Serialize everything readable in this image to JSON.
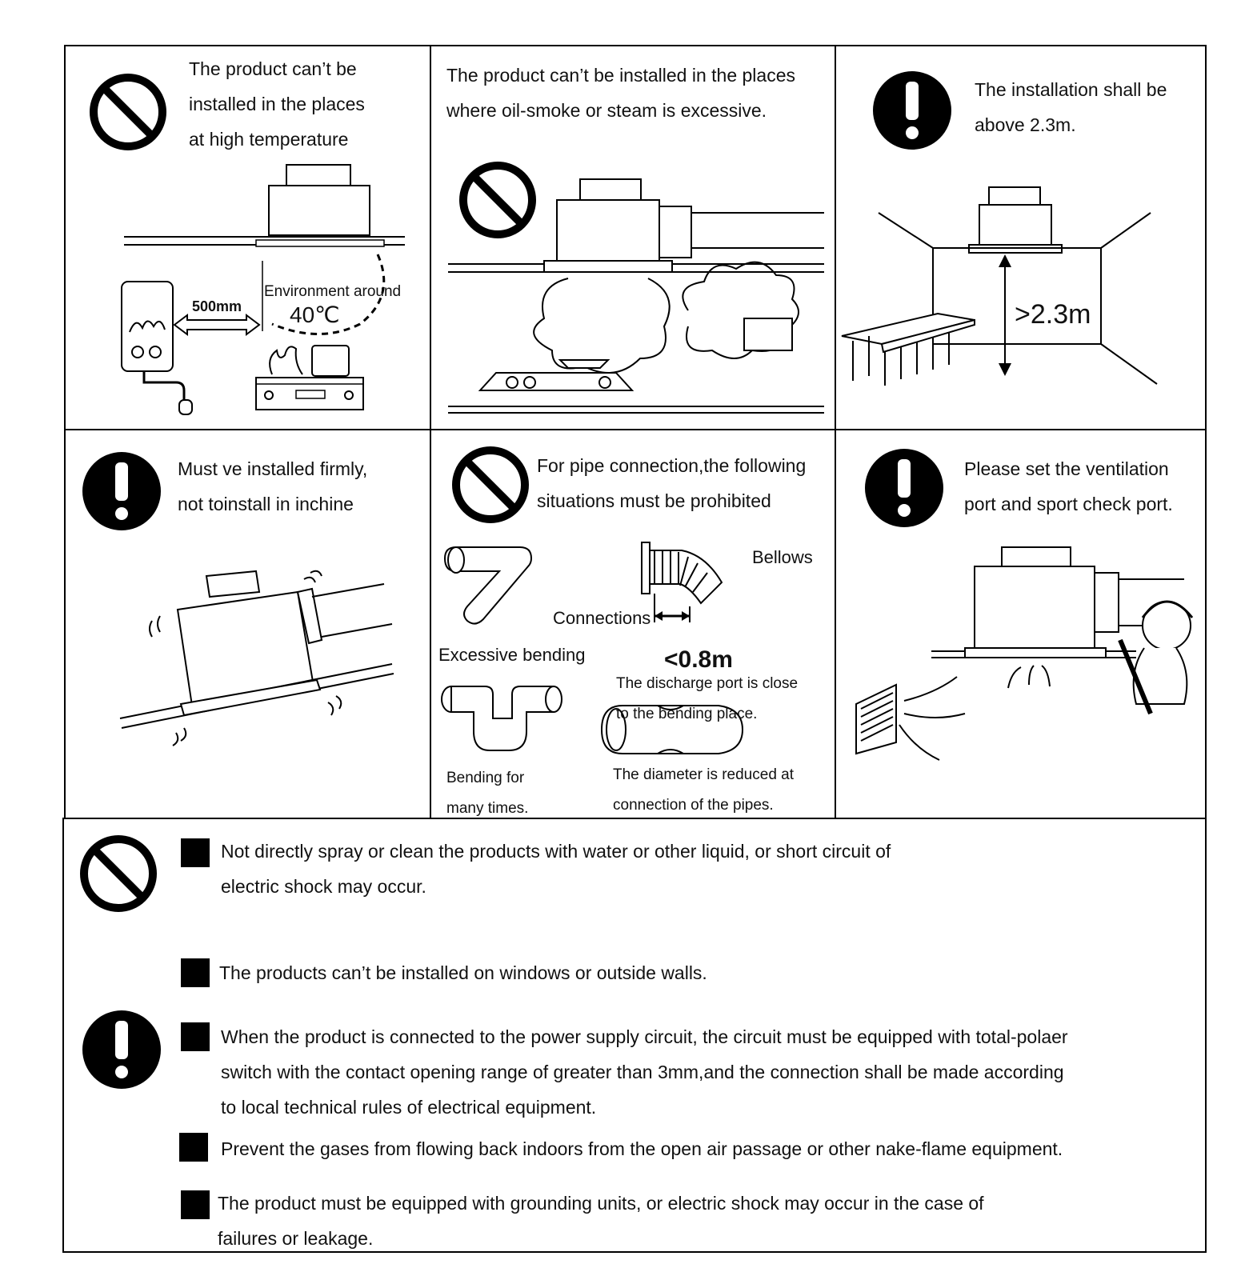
{
  "panels": {
    "p1": {
      "icon": "prohibited-icon",
      "text": "The product can’t be\ninstalled in the places\nat high temperature",
      "dist": "500mm",
      "env": "Environment around",
      "temp": "40℃"
    },
    "p2": {
      "icon": "prohibited-icon",
      "text": "The product can’t be installed in the places\nwhere oil-smoke or steam is excessive."
    },
    "p3": {
      "icon": "warning-icon",
      "text": "The installation shall be\nabove 2.3m.",
      "height": ">2.3m"
    },
    "p4": {
      "icon": "warning-icon",
      "text": "Must ve installed firmly,\nnot toinstall in inchine"
    },
    "p5": {
      "icon": "prohibited-icon",
      "text": "For pipe connection,the following\nsituations must be prohibited",
      "bellows": "Bellows",
      "connections": "Connections",
      "bend": "Excessive bending",
      "dist": "<0.8m",
      "discharge": "The discharge port is close\nto the bending place.",
      "bending_times": "Bending for\nmany times.",
      "diameter": "The diameter is reduced at\nconnection of the pipes."
    },
    "p6": {
      "icon": "warning-icon",
      "text": "Please set the ventilation\nport and sport check port."
    }
  },
  "notes": {
    "n1": "Not directly spray or clean the products with water or other liquid, or short circuit of\nelectric shock may occur.",
    "n2": "The products can’t be installed on windows or outside walls.",
    "n3": "When the product is connected to the power supply circuit, the circuit must be equipped with total-polaer\nswitch with the contact opening range of greater than 3mm,and the connection shall be made according\nto local technical rules of electrical equipment.",
    "n4": "Prevent the gases from flowing back indoors from the open air passage or other nake-flame equipment.",
    "n5": "The product must be equipped with grounding units, or electric shock may occur in the case of\nfailures or leakage."
  },
  "colors": {
    "ink": "#000000",
    "paper": "#ffffff"
  }
}
